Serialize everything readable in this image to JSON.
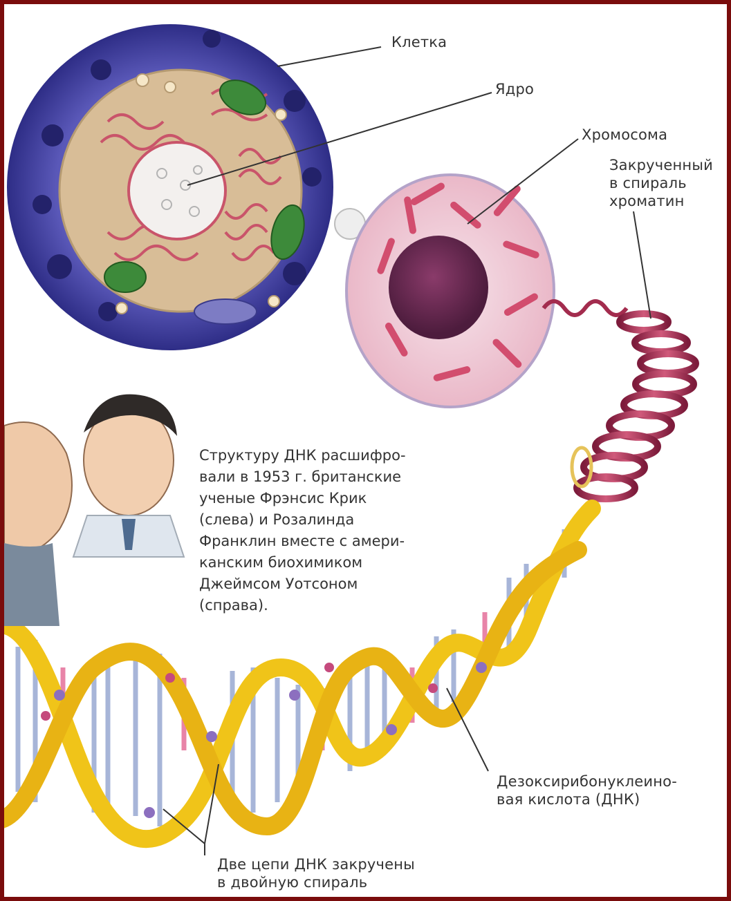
{
  "labels": {
    "cell": "Клетка",
    "nucleus": "Ядро",
    "chromosome": "Хромосома",
    "chromatin": "Закрученный\nв спираль\nхроматин",
    "dna": "Дезоксирибонуклеино-\nвая кислота (ДНК)",
    "strands": "Две цепи ДНК закручены\nв двойную спираль"
  },
  "caption": "Структуру ДНК расшифро-\nвали в 1953 г. британские\nученые Фрэнсис Крик\n(слева) и Розалинда\nФранклин вместе с амери-\nканским биохимиком\nДжеймсом Уотсоном\n(справа).",
  "colors": {
    "frame": "#7a0c0c",
    "cell_membrane": "#4a4aa6",
    "cytoplasm": "#d8bd97",
    "er": "#c9546a",
    "mitochondria": "#3d8a3a",
    "chromatin": "#a32c4e",
    "dna_backbone": "#f0c419",
    "label_text": "#333333"
  }
}
